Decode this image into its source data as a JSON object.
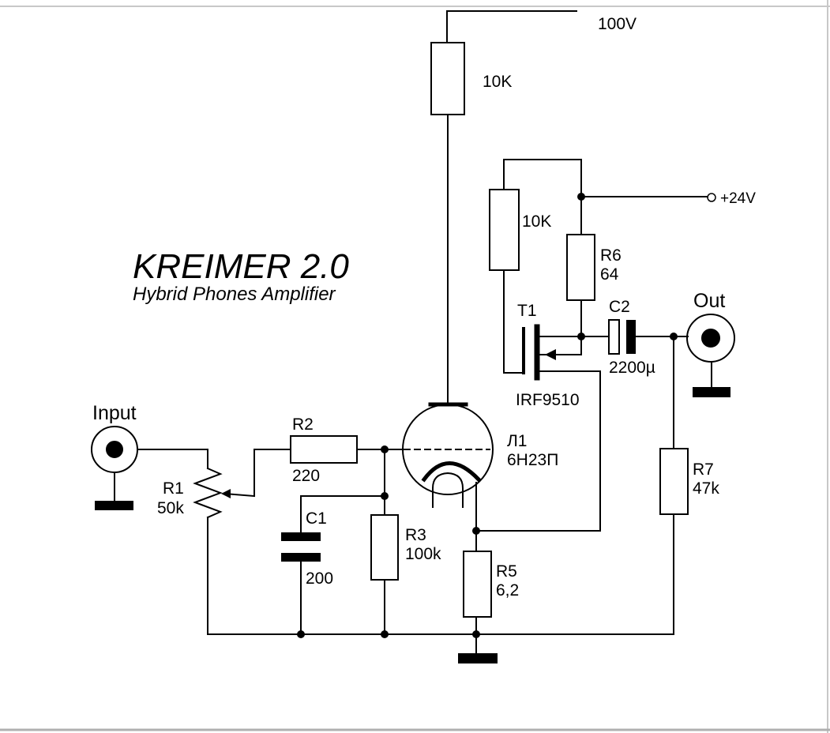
{
  "diagram": {
    "title": "KREIMER 2.0",
    "subtitle": "Hybrid Phones Amplifier",
    "supply_hv": "100V",
    "supply_lv": "+24V",
    "anode_resistor": "10K",
    "gate_resistor": "10K",
    "input_label": "Input",
    "output_label": "Out",
    "components": {
      "r1": {
        "ref": "R1",
        "value": "50k"
      },
      "r2": {
        "ref": "R2",
        "value": "220"
      },
      "c1": {
        "ref": "C1",
        "value": "200"
      },
      "r3": {
        "ref": "R3",
        "value": "100k"
      },
      "l1": {
        "ref": "Л1",
        "value": "6Н23П"
      },
      "r5": {
        "ref": "R5",
        "value": "6,2"
      },
      "t1": {
        "ref": "T1",
        "value": "IRF9510"
      },
      "r6": {
        "ref": "R6",
        "value": "64"
      },
      "c2": {
        "ref": "C2",
        "value": "2200µ"
      },
      "r7": {
        "ref": "R7",
        "value": "47k"
      }
    }
  }
}
